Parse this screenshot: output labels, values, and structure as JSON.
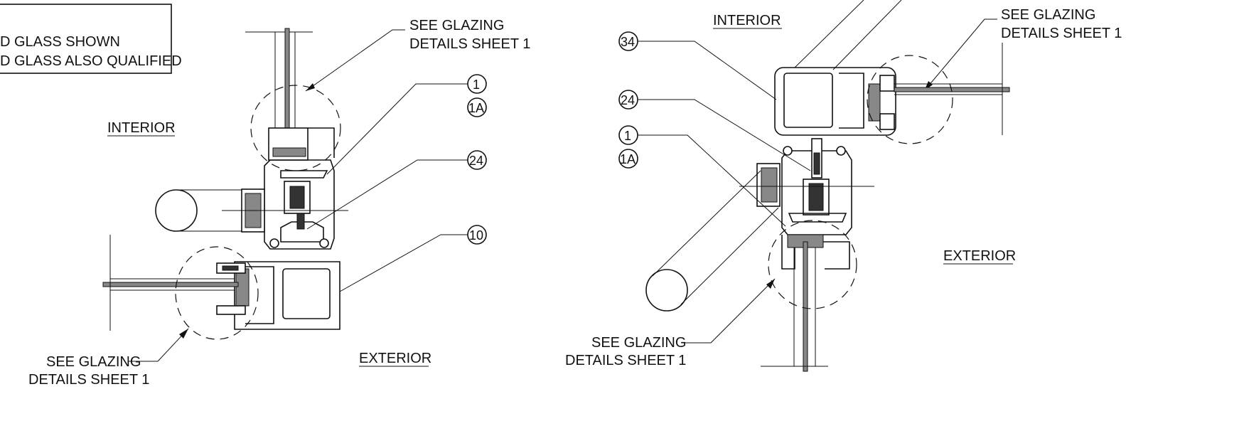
{
  "note_box": {
    "line1": "D GLASS SHOWN",
    "line2": "D GLASS ALSO QUALIFIED"
  },
  "left_detail": {
    "interior_label": "INTERIOR",
    "exterior_label": "EXTERIOR",
    "callout_top": {
      "line1": "SEE GLAZING",
      "line2": "DETAILS SHEET 1"
    },
    "callout_bottom": {
      "line1": "SEE GLAZING",
      "line2": "DETAILS SHEET 1"
    },
    "bubbles": [
      "1",
      "1A",
      "24",
      "10"
    ]
  },
  "right_detail": {
    "interior_label": "INTERIOR",
    "exterior_label": "EXTERIOR",
    "callout_top": {
      "line1": "SEE GLAZING",
      "line2": "DETAILS SHEET 1"
    },
    "callout_bottom": {
      "line1": "SEE GLAZING",
      "line2": "DETAILS SHEET 1"
    },
    "bubbles": [
      "34",
      "24",
      "1",
      "1A"
    ]
  }
}
